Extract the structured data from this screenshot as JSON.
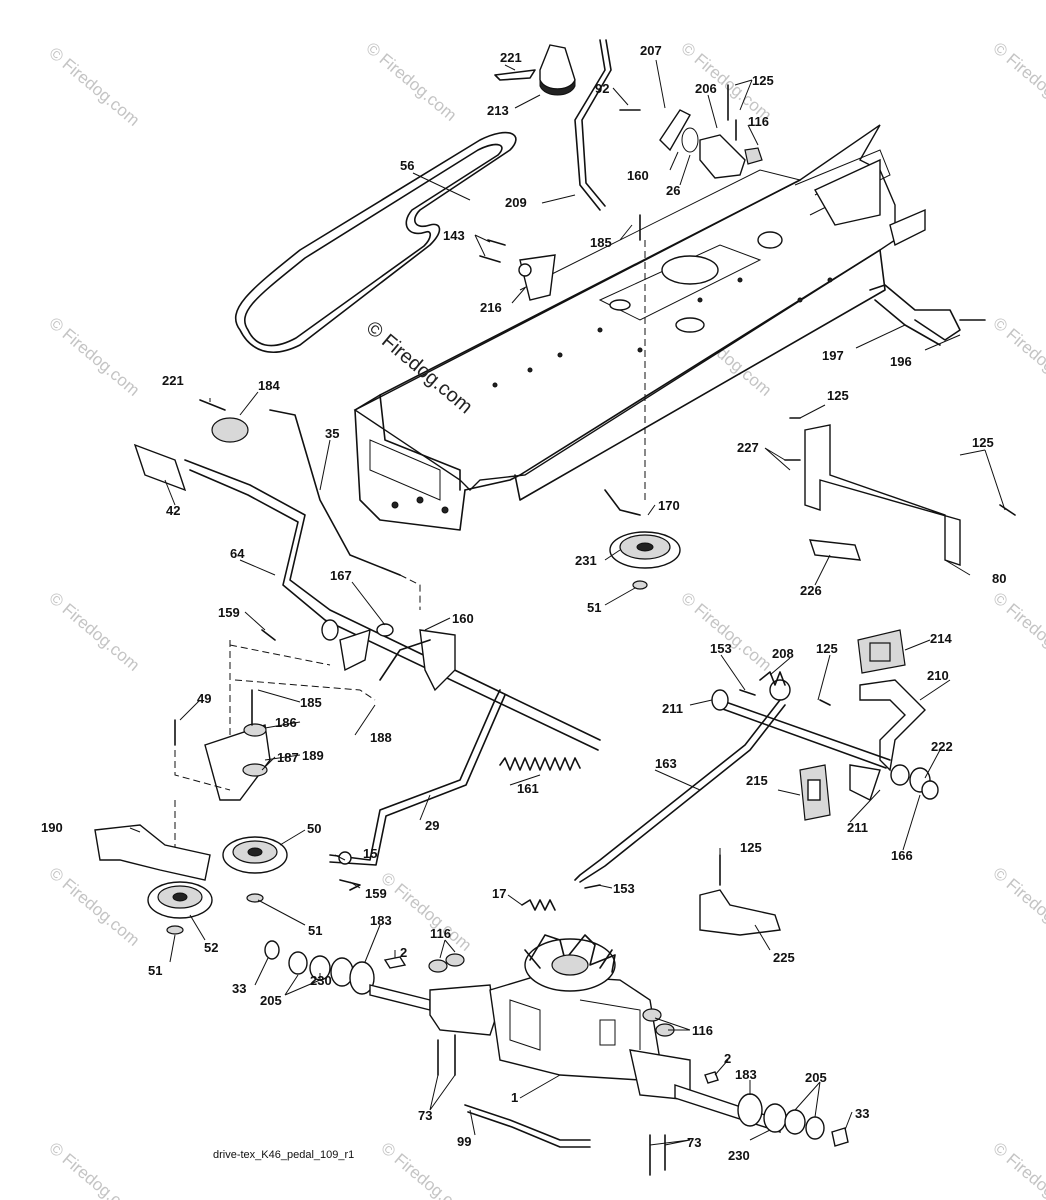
{
  "diagram_reference": "drive-tex_K46_pedal_109_r1",
  "watermark_text": "© Firedog.com",
  "center_watermark_text": "© Firedog.com",
  "callouts": {
    "p221a": "221",
    "p213": "213",
    "p56": "56",
    "p207": "207",
    "p92": "92",
    "p206": "206",
    "p125a": "125",
    "p116a": "116",
    "p160a": "160",
    "p26": "26",
    "p209": "209",
    "p185a": "185",
    "p143": "143",
    "p216": "216",
    "p197": "197",
    "p196": "196",
    "p221b": "221",
    "p184": "184",
    "p42": "42",
    "p35": "35",
    "p125b": "125",
    "p227": "227",
    "p125c": "125",
    "p170": "170",
    "p231": "231",
    "p51a": "51",
    "p226": "226",
    "p80": "80",
    "p64": "64",
    "p167a": "167",
    "p160b": "160",
    "p159a": "159",
    "p49": "49",
    "p185b": "185",
    "p186": "186",
    "p188": "188",
    "p189": "189",
    "p187": "187",
    "p161": "161",
    "p153a": "153",
    "p208": "208",
    "p125d": "125",
    "p214": "214",
    "p211a": "211",
    "p210": "210",
    "p163": "163",
    "p222": "222",
    "p215": "215",
    "p211b": "211",
    "p166": "166",
    "p190": "190",
    "p50": "50",
    "p29": "29",
    "p15": "15",
    "p159b": "159",
    "p125e": "125",
    "p17": "17",
    "p153b": "153",
    "p225": "225",
    "p52": "52",
    "p51b": "51",
    "p51c": "51",
    "p183a": "183",
    "p2a": "2",
    "p116b": "116",
    "p33a": "33",
    "p205a": "205",
    "p230a": "230",
    "p116c": "116",
    "p2b": "2",
    "p1": "1",
    "p73a": "73",
    "p183b": "183",
    "p205b": "205",
    "p33b": "33",
    "p230b": "230",
    "p73b": "73",
    "p99": "99"
  }
}
